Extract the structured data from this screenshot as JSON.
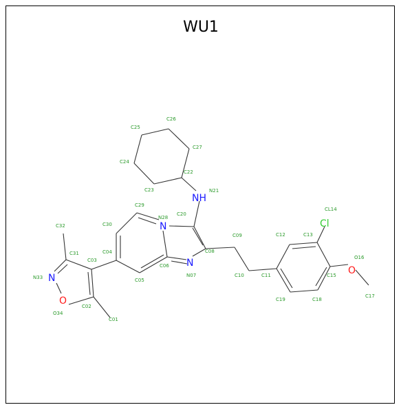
{
  "title": "WU1",
  "colors": {
    "carbon": "#2a9a2a",
    "nitrogen": "#1a1aff",
    "oxygen": "#ff1a1a",
    "chlorine": "#33cc33",
    "bond": "#333333"
  },
  "atoms": {
    "N": "N",
    "O": "O",
    "Cl": "Cl",
    "NH": "NH",
    "C01": "C01",
    "C02": "C02",
    "C03": "C03",
    "C04": "C04",
    "C05": "C05",
    "C06": "C06",
    "N07": "N07",
    "C08": "C08",
    "C09": "C09",
    "C10": "C10",
    "C11": "C11",
    "C12": "C12",
    "C13": "C13",
    "CL14": "CL14",
    "C15": "C15",
    "O16": "O16",
    "C17": "C17",
    "C18": "C18",
    "C19": "C19",
    "C20": "C20",
    "N21": "N21",
    "C22": "C22",
    "C23": "C23",
    "C24": "C24",
    "C25": "C25",
    "C26": "C26",
    "C27": "C27",
    "N28": "N28",
    "C29": "C29",
    "C30": "C30",
    "C31": "C31",
    "C32": "C32",
    "N33": "N33",
    "O34": "O34"
  }
}
